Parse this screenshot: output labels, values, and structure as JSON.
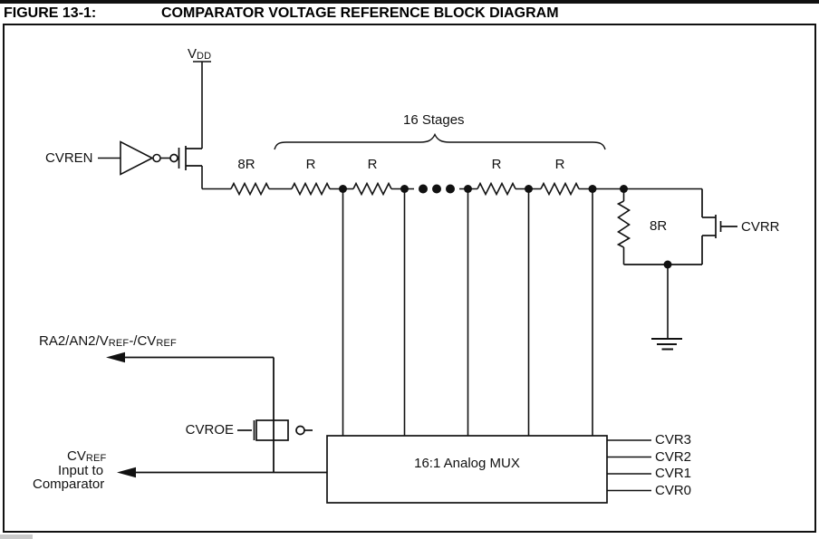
{
  "title": {
    "figure_label": "FIGURE 13-1:",
    "heading": "COMPARATOR VOLTAGE REFERENCE BLOCK DIAGRAM"
  },
  "colors": {
    "line": "#111111",
    "text": "#111111",
    "page_bg": "#ffffff"
  },
  "diagram": {
    "power": {
      "vdd_main": "V",
      "vdd_sub": "DD"
    },
    "enable_label": "CVREN",
    "stages_label": "16 Stages",
    "resistors": {
      "top_8r": "8R",
      "r1": "R",
      "r2": "R",
      "r3": "R",
      "r4": "R",
      "shunt_8r": "8R"
    },
    "cvrr_label": "CVRR",
    "pin_label": {
      "p1": "RA2/AN2/V",
      "s1": "REF",
      "p2": "-/CV",
      "s2": "REF"
    },
    "cvroe_label": "CVROE",
    "output_label": {
      "line1_main": "CV",
      "line1_sub": "REF",
      "line2": "Input to",
      "line3": "Comparator"
    },
    "mux_label": "16:1 Analog MUX",
    "mux_selects": [
      "CVR3",
      "CVR2",
      "CVR1",
      "CVR0"
    ]
  }
}
